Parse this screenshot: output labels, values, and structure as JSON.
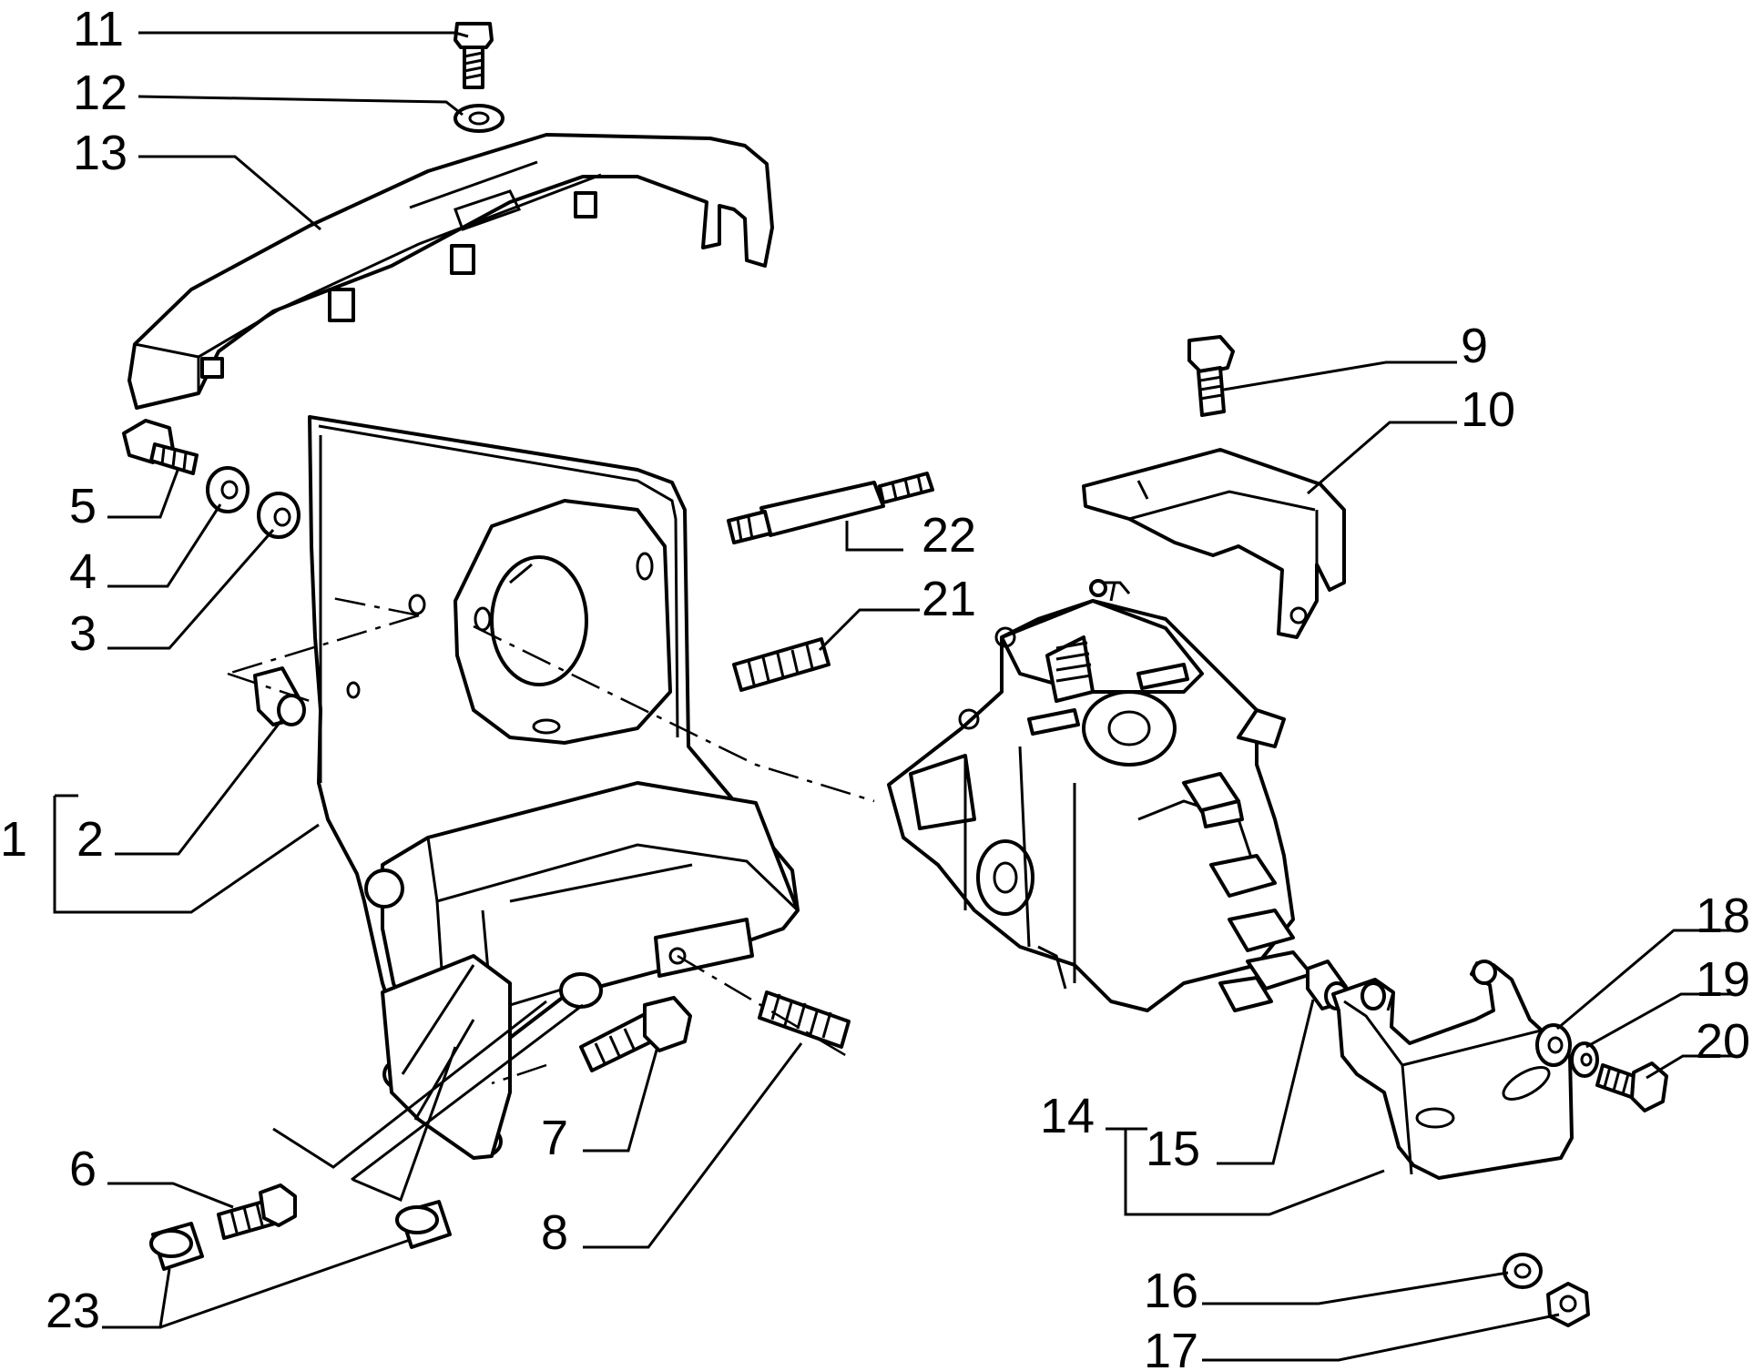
{
  "labels": {
    "p1": "1",
    "p2": "2",
    "p3": "3",
    "p4": "4",
    "p5": "5",
    "p6": "6",
    "p7": "7",
    "p8": "8",
    "p9": "9",
    "p10": "10",
    "p11": "11",
    "p12": "12",
    "p13": "13",
    "p14": "14",
    "p15": "15",
    "p16": "16",
    "p17": "17",
    "p18": "18",
    "p19": "19",
    "p20": "20",
    "p21": "21",
    "p22": "22",
    "p23": "23"
  }
}
